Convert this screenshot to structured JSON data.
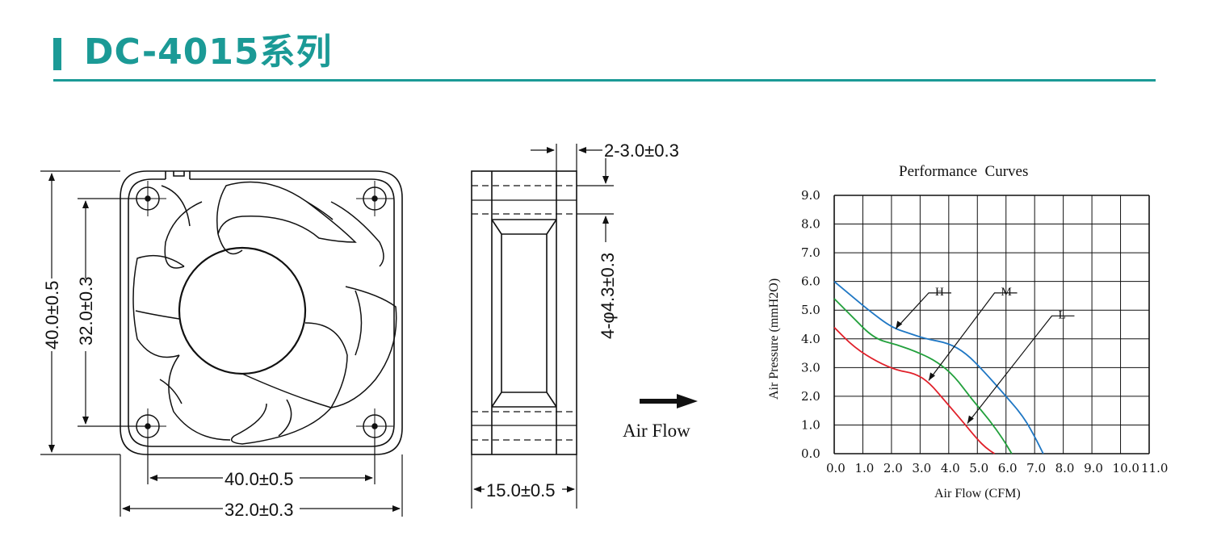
{
  "header": {
    "title": "DC-4015系列",
    "accent_color": "#1b9a96"
  },
  "front_view": {
    "dim_height_outer": "40.0±0.5",
    "dim_height_holes": "32.0±0.3",
    "dim_width_outer": "40.0±0.5",
    "dim_width_holes": "32.0±0.3"
  },
  "side_view": {
    "dim_flange": "2-3.0±0.3",
    "dim_holes": "4-φ4.3±0.3",
    "dim_depth": "15.0±0.5"
  },
  "airflow": {
    "label": "Air Flow",
    "icon": "arrow-right-icon"
  },
  "chart_data": {
    "type": "line",
    "title": "Performance  Curves",
    "xlabel": "Air Flow (CFM)",
    "ylabel": "Air Pressure (mmH2O)",
    "xlim": [
      0,
      11
    ],
    "ylim": [
      0,
      9
    ],
    "xticks": [
      "0.0",
      "1.0",
      "2.0",
      "3.0",
      "4.0",
      "5.0",
      "6.0",
      "7.0",
      "8.0",
      "9.0",
      "10.0",
      "11.0"
    ],
    "yticks": [
      "0.0",
      "1.0",
      "2.0",
      "3.0",
      "4.0",
      "5.0",
      "6.0",
      "7.0",
      "8.0",
      "9.0"
    ],
    "grid": true,
    "series": [
      {
        "name": "H",
        "color": "#1f77c4",
        "x": [
          0,
          0.6,
          1.2,
          2.0,
          2.6,
          3.2,
          4.0,
          4.6,
          5.2,
          6.0,
          6.6,
          7.0,
          7.3
        ],
        "y": [
          6.0,
          5.5,
          5.0,
          4.4,
          4.2,
          4.0,
          3.85,
          3.5,
          2.9,
          2.0,
          1.3,
          0.6,
          0.0
        ]
      },
      {
        "name": "M",
        "color": "#22a03c",
        "x": [
          0,
          0.6,
          1.4,
          2.2,
          3.0,
          3.6,
          4.2,
          4.8,
          5.4,
          5.9,
          6.2
        ],
        "y": [
          5.4,
          4.8,
          4.0,
          3.8,
          3.5,
          3.2,
          2.7,
          1.9,
          1.2,
          0.5,
          0.0
        ]
      },
      {
        "name": "L",
        "color": "#e0202a",
        "x": [
          0,
          0.7,
          1.5,
          2.2,
          2.8,
          3.3,
          3.9,
          4.5,
          5.0,
          5.3,
          5.6
        ],
        "y": [
          4.4,
          3.7,
          3.2,
          2.9,
          2.8,
          2.5,
          1.8,
          1.1,
          0.5,
          0.2,
          0.0
        ]
      }
    ]
  }
}
